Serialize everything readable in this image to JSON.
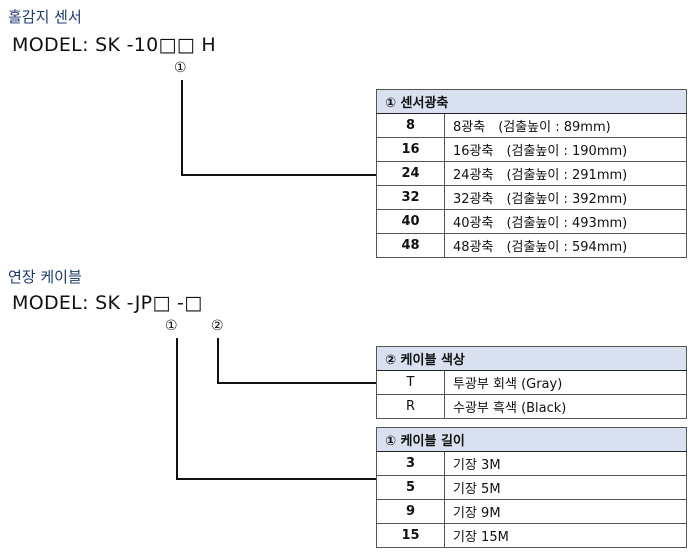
{
  "sensor_section": {
    "title": "홀감지 센서",
    "model": "MODEL: SK -10□□ H",
    "marker_1": "①",
    "table": {
      "header": "① 센서광축",
      "rows": [
        {
          "code": "8",
          "desc": "8광축　(검출높이 : 89mm)"
        },
        {
          "code": "16",
          "desc": "16광축　(검출높이 : 190mm)"
        },
        {
          "code": "24",
          "desc": "24광축　(검출높이 : 291mm)"
        },
        {
          "code": "32",
          "desc": "32광축　(검출높이 : 392mm)"
        },
        {
          "code": "40",
          "desc": "40광축　(검출높이 : 493mm)"
        },
        {
          "code": "48",
          "desc": "48광축　(검출높이 : 594mm)"
        }
      ]
    }
  },
  "cable_section": {
    "title": "연장 케이블",
    "model": "MODEL: SK -JP□ -□",
    "marker_1": "①",
    "marker_2": "②",
    "color_table": {
      "header": "② 케이블 색상",
      "rows": [
        {
          "code": "T",
          "desc": "투광부 회색 (Gray)"
        },
        {
          "code": "R",
          "desc": "수광부 흑색 (Black)"
        }
      ]
    },
    "length_table": {
      "header": "① 케이블 길이",
      "rows": [
        {
          "code": "3",
          "desc": "기장 3M"
        },
        {
          "code": "5",
          "desc": "기장 5M"
        },
        {
          "code": "9",
          "desc": "기장 9M"
        },
        {
          "code": "15",
          "desc": "기장 15M"
        }
      ]
    }
  }
}
